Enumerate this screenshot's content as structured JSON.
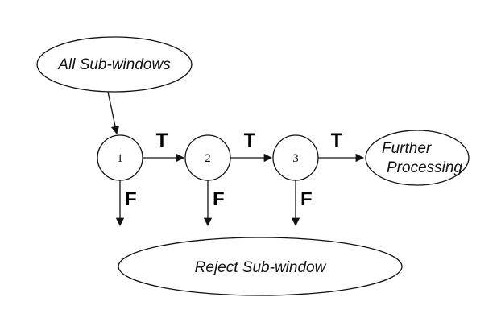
{
  "input_label": "All Sub-windows",
  "output_true_label": [
    "Further",
    "Processing"
  ],
  "reject_label": "Reject Sub-window",
  "stages": [
    "1",
    "2",
    "3"
  ],
  "true_label": "T",
  "false_label": "F"
}
